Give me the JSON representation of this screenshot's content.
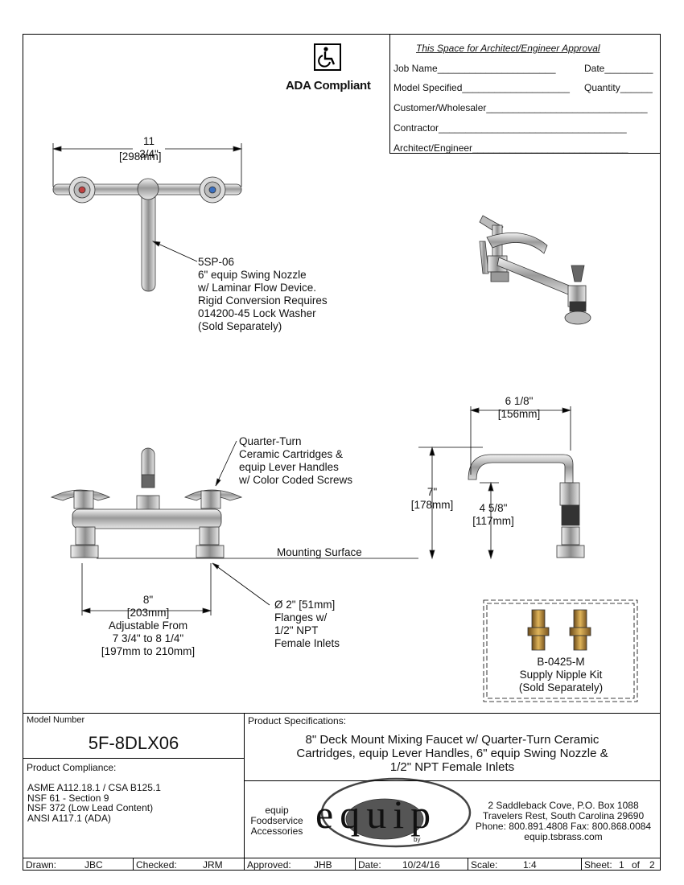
{
  "approval": {
    "title": "This Space for Architect/Engineer Approval",
    "job_name": "Job Name",
    "date": "Date",
    "model_specified": "Model Specified",
    "quantity": "Quantity",
    "customer": "Customer/Wholesaler",
    "contractor": "Contractor",
    "architect": "Architect/Engineer"
  },
  "ada": {
    "label": "ADA Compliant",
    "icon": "wheelchair-icon"
  },
  "top_view": {
    "dim_in": "11 3/4\"",
    "dim_mm": "298mm",
    "nozzle_note": [
      "5SP-06",
      "6\" equip Swing Nozzle",
      "w/ Laminar Flow Device.",
      "Rigid Conversion Requires",
      "014200-45 Lock Washer",
      "(Sold Separately)"
    ]
  },
  "front_view": {
    "cartridge_note": [
      "Quarter-Turn",
      "Ceramic Cartridges &",
      "equip Lever Handles",
      "w/ Color Coded Screws"
    ],
    "mounting_surface": "Mounting Surface",
    "width_in": "8\"",
    "width_mm": "203mm",
    "adjustable": [
      "Adjustable From",
      "7 3/4\" to 8 1/4\"",
      "[197mm to 210mm]"
    ],
    "flange_note": [
      "Ø 2\" [51mm]",
      "Flanges w/",
      "1/2\" NPT",
      "Female Inlets"
    ]
  },
  "side_view": {
    "reach_in": "6 1/8\"",
    "reach_mm": "156mm",
    "height_in": "7\"",
    "height_mm": "178mm",
    "spout_in": "4 5/8\"",
    "spout_mm": "117mm"
  },
  "nipple_kit": {
    "part": "B-0425-M",
    "name": "Supply Nipple Kit",
    "note": "(Sold Separately)"
  },
  "model": {
    "label": "Model Number",
    "value": "5F-8DLX06"
  },
  "compliance": {
    "label": "Product Compliance:",
    "items": [
      "ASME A112.18.1 / CSA B125.1",
      "NSF 61 - Section 9",
      "NSF 372 (Low Lead Content)",
      "ANSI A117.1 (ADA)"
    ]
  },
  "specs": {
    "label": "Product Specifications:",
    "lines": [
      "8\" Deck Mount Mixing Faucet w/ Quarter-Turn Ceramic",
      "Cartridges, equip Lever Handles, 6\" equip Swing Nozzle &",
      "1/2\" NPT Female Inlets"
    ]
  },
  "brand": {
    "tag": [
      "equip",
      "Foodservice",
      "Accessories"
    ],
    "logo": "equip",
    "by": "by",
    "address": [
      "2 Saddleback Cove, P.O. Box 1088",
      "Travelers Rest, South Carolina 29690",
      "Phone: 800.891.4808  Fax: 800.868.0084",
      "equip.tsbrass.com"
    ]
  },
  "footer": {
    "drawn_label": "Drawn:",
    "drawn": "JBC",
    "checked_label": "Checked:",
    "checked": "JRM",
    "approved_label": "Approved:",
    "approved": "JHB",
    "date_label": "Date:",
    "date": "10/24/16",
    "scale_label": "Scale:",
    "scale": "1:4",
    "sheet_label": "Sheet:",
    "sheet": "1",
    "of": "of",
    "sheets": "2"
  }
}
